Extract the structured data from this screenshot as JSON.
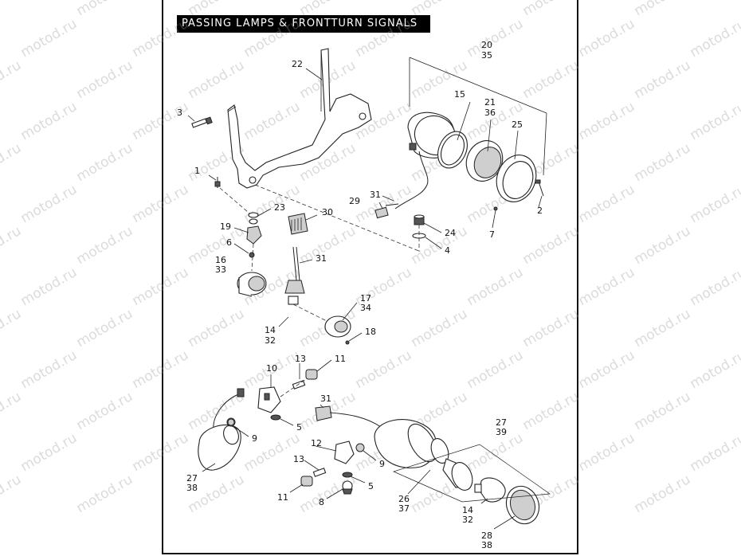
{
  "title": "PASSING  LAMPS  & FRONTTURN SIGNALS",
  "watermark": "motod.ru",
  "callouts": {
    "c20_35": [
      "20",
      "35"
    ],
    "c22": [
      "22"
    ],
    "c3": [
      "3"
    ],
    "c15": [
      "15"
    ],
    "c21_36": [
      "21",
      "36"
    ],
    "c25": [
      "25"
    ],
    "c1": [
      "1"
    ],
    "c31a": [
      "31"
    ],
    "c29": [
      "29"
    ],
    "c2": [
      "2"
    ],
    "c23": [
      "23"
    ],
    "c30": [
      "30"
    ],
    "c24": [
      "24"
    ],
    "c7": [
      "7"
    ],
    "c19": [
      "19"
    ],
    "c4": [
      "4"
    ],
    "c6": [
      "6"
    ],
    "c31b": [
      "31"
    ],
    "c16_33": [
      "16",
      "33"
    ],
    "c17_34": [
      "17",
      "34"
    ],
    "c14_32a": [
      "14",
      "32"
    ],
    "c18": [
      "18"
    ],
    "c13a": [
      "13"
    ],
    "c11a": [
      "11"
    ],
    "c10": [
      "10"
    ],
    "c31c": [
      "31"
    ],
    "c5a": [
      "5"
    ],
    "c9a": [
      "9"
    ],
    "c27_39": [
      "27",
      "39"
    ],
    "c12": [
      "12"
    ],
    "c9b": [
      "9"
    ],
    "c27_38": [
      "27",
      "38"
    ],
    "c13b": [
      "13"
    ],
    "c5b": [
      "5"
    ],
    "c11b": [
      "11"
    ],
    "c8": [
      "8"
    ],
    "c26_37": [
      "26",
      "37"
    ],
    "c14_32b": [
      "14",
      "32"
    ],
    "c28_38": [
      "28",
      "38"
    ]
  }
}
